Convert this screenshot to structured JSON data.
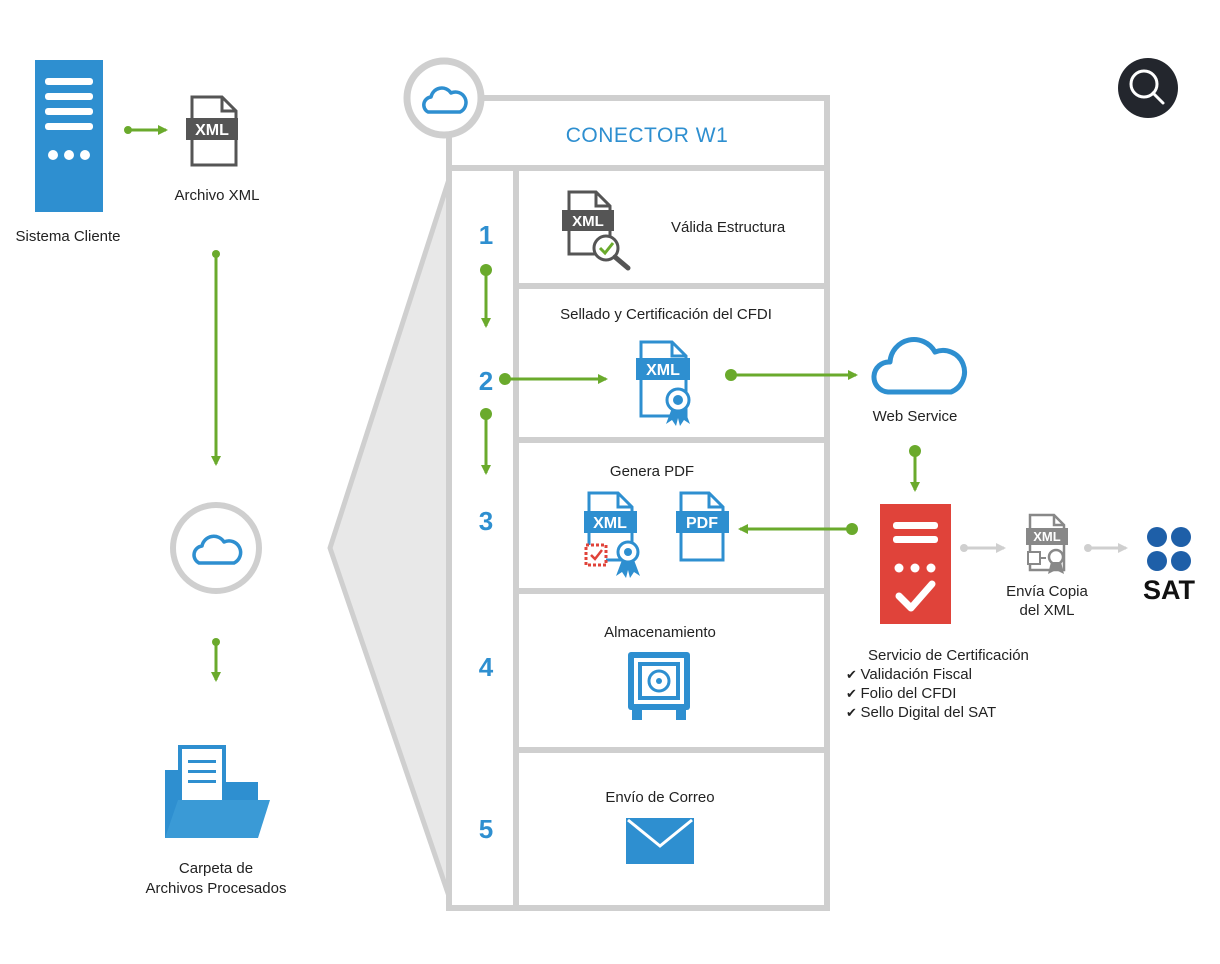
{
  "labels": {
    "sistema_cliente": "Sistema Cliente",
    "archivo_xml": "Archivo  XML",
    "carpeta_line1": "Carpeta de",
    "carpeta_line2": "Archivos  Procesados",
    "conector_title": "CONECTOR W1",
    "web_service": "Web Service",
    "envia_copia_line1": "Envía Copia",
    "envia_copia_line2": "del XML",
    "sat": "SAT"
  },
  "icons": {
    "xml": "XML",
    "pdf": "PDF"
  },
  "steps": [
    {
      "number": "1",
      "label": "Válida Estructura"
    },
    {
      "number": "2",
      "label": "Sellado y  Certificación del CFDI"
    },
    {
      "number": "3",
      "label": "Genera PDF"
    },
    {
      "number": "4",
      "label": "Almacenamiento"
    },
    {
      "number": "5",
      "label": "Envío de Correo"
    }
  ],
  "servicio": {
    "title": "Servicio de Certificación",
    "items": [
      "Validación Fiscal",
      "Folio del CFDI",
      "Sello Digital del SAT"
    ]
  },
  "colors": {
    "blue": "#2e8fd0",
    "green": "#6aaa2c",
    "red": "#e0433a",
    "gray_frame": "#cfcfcf",
    "dark_icon": "#5a5a5a",
    "sat_blue": "#1e5fa8",
    "search_bg": "#23262d"
  }
}
